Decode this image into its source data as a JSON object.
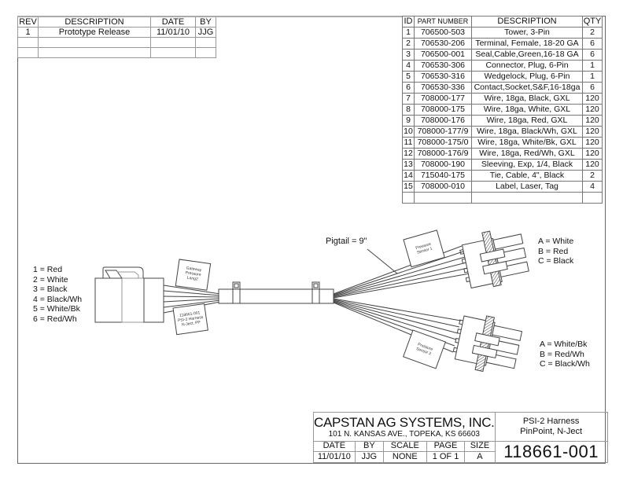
{
  "revision_table": {
    "headers": [
      "REV",
      "DESCRIPTION",
      "DATE",
      "BY"
    ],
    "rows": [
      [
        "1",
        "Prototype Release",
        "11/01/10",
        "JJG"
      ],
      [
        "",
        "",
        "",
        ""
      ],
      [
        "",
        "",
        "",
        ""
      ]
    ]
  },
  "bom_table": {
    "headers": [
      "ID",
      "PART NUMBER",
      "DESCRIPTION",
      "QTY"
    ],
    "rows": [
      [
        "1",
        "706500-503",
        "Tower, 3-Pin",
        "2"
      ],
      [
        "2",
        "706530-206",
        "Terminal, Female, 18-20 GA",
        "6"
      ],
      [
        "3",
        "706500-001",
        "Seal,Cable,Green,16-18 GA",
        "6"
      ],
      [
        "4",
        "706530-306",
        "Connector, Plug, 6-Pin",
        "1"
      ],
      [
        "5",
        "706530-316",
        "Wedgelock, Plug, 6-Pin",
        "1"
      ],
      [
        "6",
        "706530-336",
        "Contact,Socket,S&F,16-18ga",
        "6"
      ],
      [
        "7",
        "708000-177",
        "Wire, 18ga, Black, GXL",
        "120"
      ],
      [
        "8",
        "708000-175",
        "Wire, 18ga, White, GXL",
        "120"
      ],
      [
        "9",
        "708000-176",
        "Wire, 18ga, Red, GXL",
        "120"
      ],
      [
        "10",
        "708000-177/9",
        "Wire, 18ga, Black/Wh, GXL",
        "120"
      ],
      [
        "11",
        "708000-175/0",
        "Wire, 18ga, White/Bk, GXL",
        "120"
      ],
      [
        "12",
        "708000-176/9",
        "Wire, 18ga, Red/Wh, GXL",
        "120"
      ],
      [
        "13",
        "708000-190",
        "Sleeving, Exp, 1/4, Black",
        "120"
      ],
      [
        "14",
        "715040-175",
        "Tie, Cable, 4\", Black",
        "2"
      ],
      [
        "15",
        "708000-010",
        "Label, Laser, Tag",
        "4"
      ],
      [
        "",
        "",
        "",
        ""
      ]
    ]
  },
  "diagram": {
    "left_connector_pinout": [
      "1 = Red",
      "2 = White",
      "3 = Black",
      "4 = Black/Wh",
      "5 = White/Bk",
      "6 = Red/Wh"
    ],
    "sensor1_pinout": [
      "A = White",
      "B = Red",
      "C = Black"
    ],
    "sensor2_pinout": [
      "A = White/Bk",
      "B = Red/Wh",
      "C = Black/Wh"
    ],
    "pigtail_callout": "Pigtail = 9\"",
    "tags": {
      "gateway": [
        "Gateway",
        "Pressure",
        "Lang2"
      ],
      "harness": [
        "118661-001",
        "PSI-2 Harness",
        "N-Ject, PP"
      ],
      "sensor1": [
        "Pressure",
        "Sensor 1"
      ],
      "sensor2": [
        "Pressure",
        "Sensor 2"
      ]
    }
  },
  "title_block": {
    "company": "CAPSTAN AG SYSTEMS, INC.",
    "address": "101 N. KANSAS AVE., TOPEKA, KS 66603",
    "project_line1": "PSI-2 Harness",
    "project_line2": "PinPoint, N-Ject",
    "headers": [
      "DATE",
      "BY",
      "SCALE",
      "PAGE",
      "SIZE"
    ],
    "values": [
      "11/01/10",
      "JJG",
      "NONE",
      "1 OF 1",
      "A"
    ],
    "part_number": "118661-001"
  }
}
